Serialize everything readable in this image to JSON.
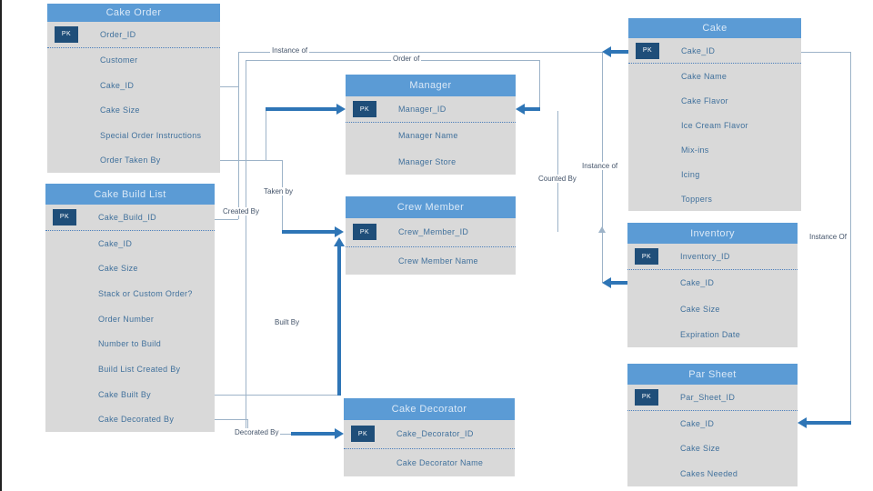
{
  "pk_label": "PK",
  "entities": [
    {
      "title": "Cake Order",
      "fields": [
        "Order_ID",
        "Customer",
        "Cake_ID",
        "Cake Size",
        "Special Order Instructions",
        "Order Taken By"
      ]
    },
    {
      "title": "Cake Build List",
      "fields": [
        "Cake_Build_ID",
        "Cake_ID",
        "Cake Size",
        "Stack or Custom Order?",
        "Order Number",
        "Number to Build",
        "Build List Created By",
        "Cake Built By",
        "Cake Decorated By"
      ]
    },
    {
      "title": "Manager",
      "fields": [
        "Manager_ID",
        "Manager Name",
        "Manager Store"
      ]
    },
    {
      "title": "Crew Member",
      "fields": [
        "Crew_Member_ID",
        "Crew Member Name"
      ]
    },
    {
      "title": "Cake Decorator",
      "fields": [
        "Cake_Decorator_ID",
        "Cake Decorator Name"
      ]
    },
    {
      "title": "Cake",
      "fields": [
        "Cake_ID",
        "Cake Name",
        "Cake Flavor",
        "Ice Cream Flavor",
        "Mix-ins",
        "Icing",
        "Toppers"
      ]
    },
    {
      "title": "Inventory",
      "fields": [
        "Inventory_ID",
        "Cake_ID",
        "Cake Size",
        "Expiration Date"
      ]
    },
    {
      "title": "Par Sheet",
      "fields": [
        "Par_Sheet_ID",
        "Cake_ID",
        "Cake Size",
        "Cakes Needed"
      ]
    }
  ],
  "connector_labels": {
    "instance_of_top": "Instance of",
    "order_of": "Order of",
    "taken_by": "Taken by",
    "created_by": "Created By",
    "built_by": "Built By",
    "decorated_by": "Decorated By",
    "counted_by": "Counted By",
    "instance_of_mid": "Instance of",
    "instance_of_right": "Instance Of"
  },
  "colors": {
    "header": "#5b9bd5",
    "body": "#d9d9d9",
    "pk_badge": "#1f4e79",
    "field_text": "#41719c",
    "connector": "#9db3c8",
    "arrow": "#2e75b6"
  }
}
